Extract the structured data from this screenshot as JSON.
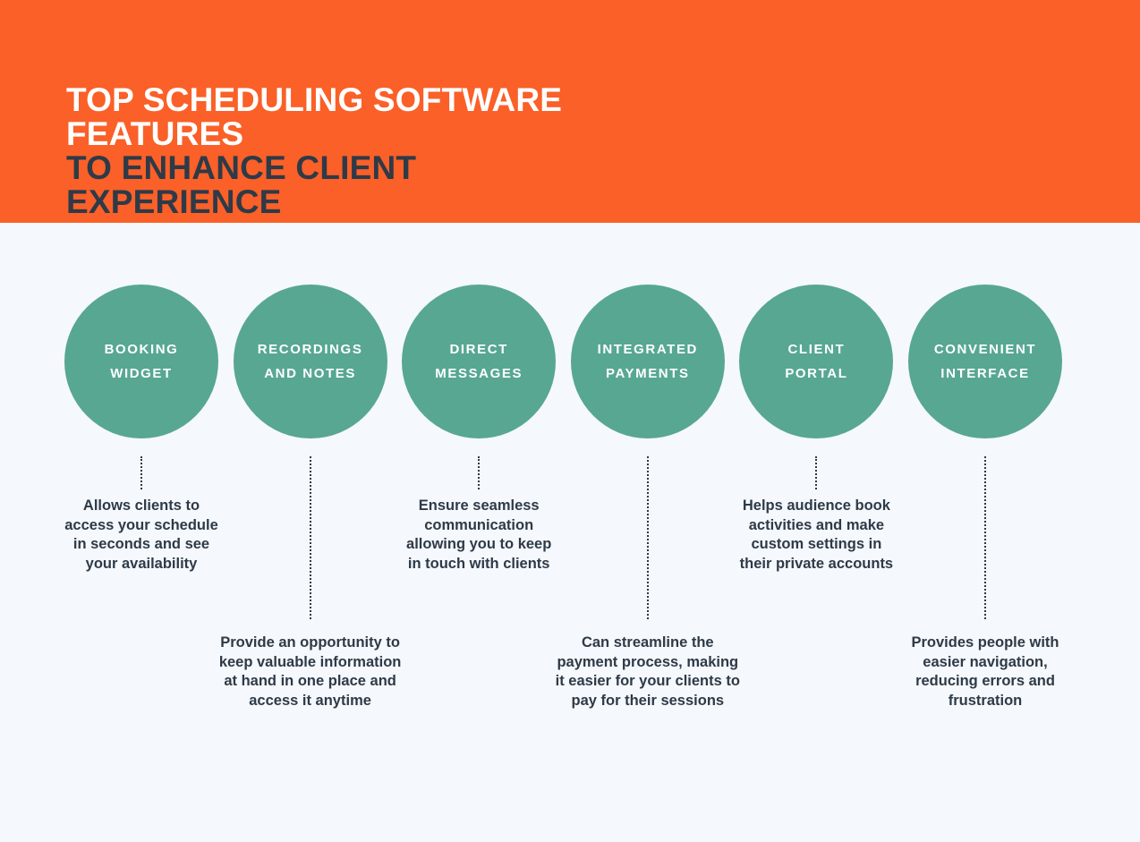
{
  "header": {
    "title_line_1": "TOP SCHEDULING SOFTWARE FEATURES",
    "title_line_2": "TO ENHANCE CLIENT EXPERIENCE",
    "background_color": "#fa6028",
    "line_1_color": "#ffffff",
    "line_2_color": "#2e3a47"
  },
  "theme": {
    "page_background": "#f5f8fc",
    "circle_color": "#57a793",
    "text_dark": "#2e3a47",
    "accent_orange": "#fa6028"
  },
  "features": [
    {
      "id": "booking-widget",
      "circle_label": "BOOKING\nWIDGET",
      "caption": "Allows clients to\naccess your schedule\nin seconds and see\nyour availability",
      "caption_position": "upper",
      "connector": "short"
    },
    {
      "id": "recordings-and-notes",
      "circle_label": "RECORDINGS\nAND NOTES",
      "caption": "Provide an opportunity to\nkeep valuable information\nat hand in one place and\naccess it anytime",
      "caption_position": "lower",
      "connector": "long"
    },
    {
      "id": "direct-messages",
      "circle_label": "DIRECT\nMESSAGES",
      "caption": "Ensure seamless\ncommunication\nallowing you to keep\nin touch with clients",
      "caption_position": "upper",
      "connector": "short"
    },
    {
      "id": "integrated-payments",
      "circle_label": "INTEGRATED\nPAYMENTS",
      "caption": "Can streamline the\npayment process, making\nit easier for your clients to\npay for their sessions",
      "caption_position": "lower",
      "connector": "long"
    },
    {
      "id": "client-portal",
      "circle_label": "CLIENT\nPORTAL",
      "caption": "Helps audience book\nactivities and make\ncustom settings in\ntheir private accounts",
      "caption_position": "upper",
      "connector": "short"
    },
    {
      "id": "convenient-interface",
      "circle_label": "CONVENIENT\nINTERFACE",
      "caption": "Provides people with\neasier navigation,\nreducing errors and\nfrustration",
      "caption_position": "lower",
      "connector": "long"
    }
  ]
}
